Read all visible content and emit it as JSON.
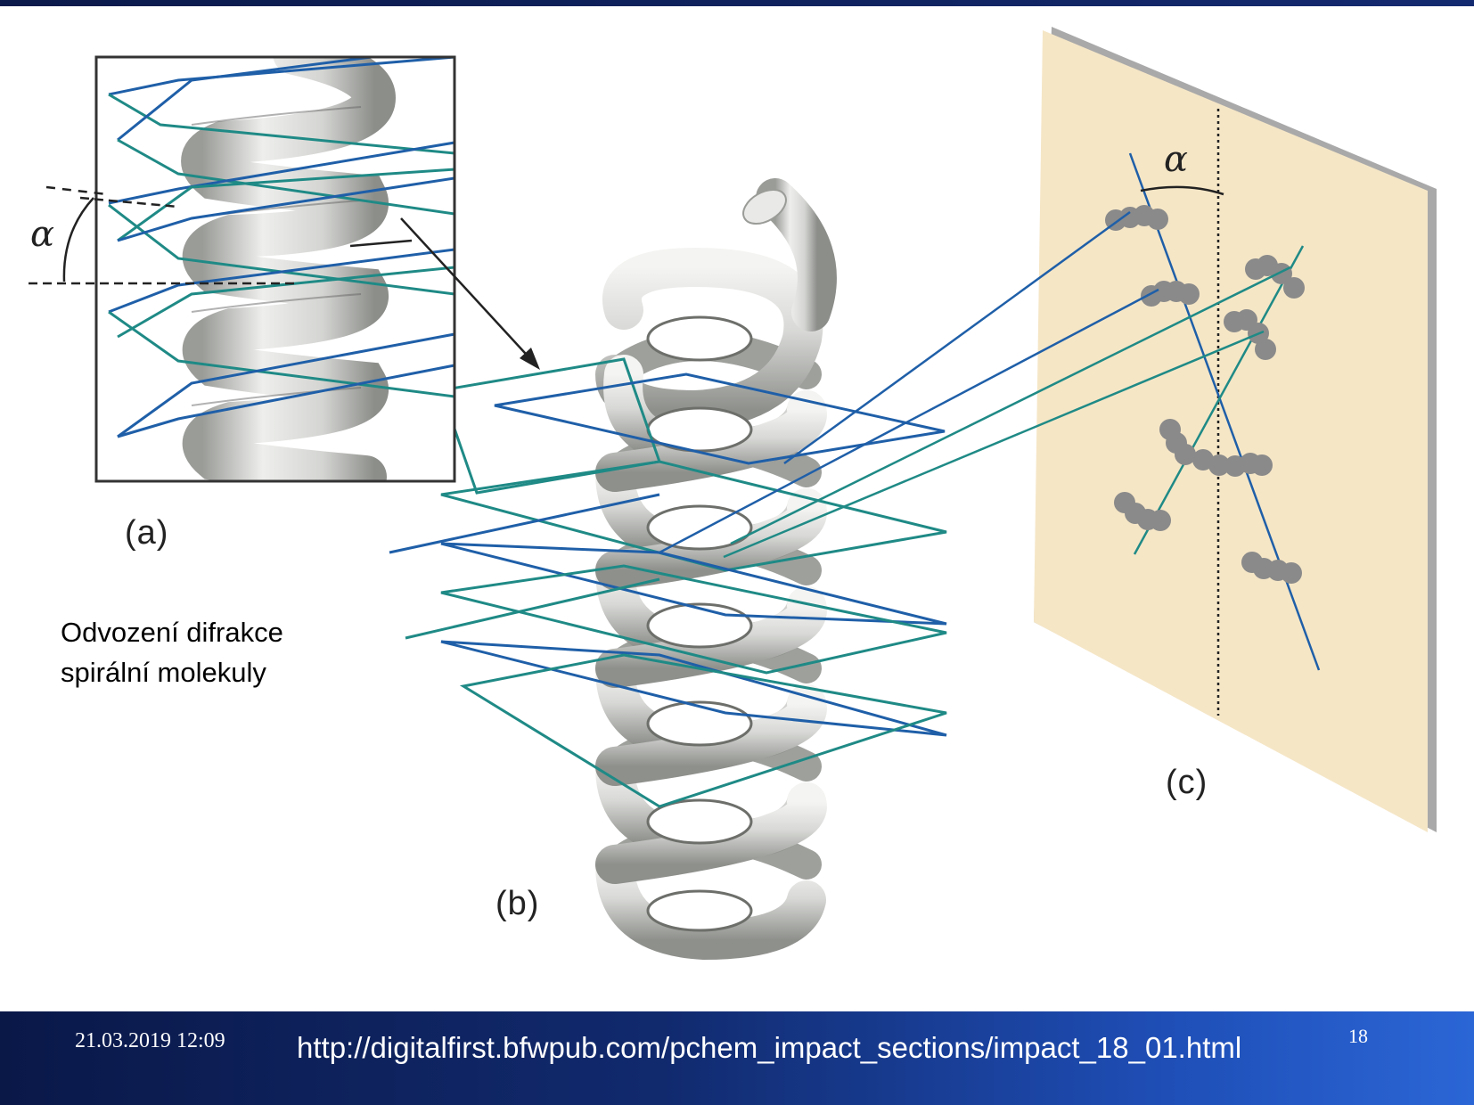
{
  "panels": {
    "a_label": "(a)",
    "b_label": "(b)",
    "c_label": "(c)",
    "alpha_symbol": "α"
  },
  "caption": {
    "line1": "Odvození difrakce",
    "line2": "spirální molekuly"
  },
  "footer": {
    "date": "21.03.2019 12:09",
    "url": "http://digitalfirst.bfwpub.com/pchem_impact_sections/impact_18_01.html",
    "page": "18"
  },
  "colors": {
    "plane_blue": "#1f5fa8",
    "plane_teal": "#1f8a86",
    "screen": "#f5e6c6",
    "helix": "#c9cbc7",
    "spot": "#8a8a8a"
  }
}
